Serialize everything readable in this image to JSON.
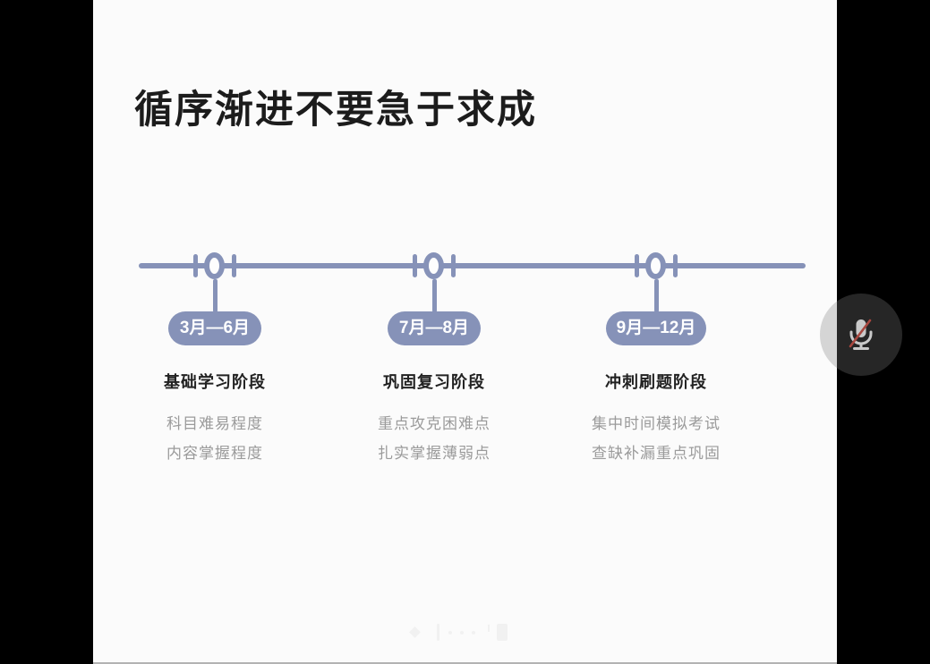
{
  "slide": {
    "title": "循序渐进不要急于求成",
    "phases": [
      {
        "date": "3月—6月",
        "name": "基础学习阶段",
        "details": [
          "科目难易程度",
          "内容掌握程度"
        ]
      },
      {
        "date": "7月—8月",
        "name": "巩固复习阶段",
        "details": [
          "重点攻克困难点",
          "扎实掌握薄弱点"
        ]
      },
      {
        "date": "9月—12月",
        "name": "冲刺刷题阶段",
        "details": [
          "集中时间模拟考试",
          "查缺补漏重点巩固"
        ]
      }
    ],
    "colors": {
      "accent": "#8692b8",
      "background": "#fbfbfb",
      "title_text": "#1c1c1c",
      "phase_name_text": "#222222",
      "detail_text": "#9b9b9b",
      "badge_text": "#ffffff",
      "letterbox": "#000000"
    }
  },
  "controls": {
    "mic": {
      "icon": "microphone-muted-icon",
      "state": "muted",
      "glyph_color": "#c9c9c9",
      "slash_color": "#a8473f"
    },
    "presenter_toolbar_icons": [
      "diamond-marker-icon",
      "separator-bar-icon",
      "nav-dots-icon",
      "separator-bar-icon"
    ]
  }
}
